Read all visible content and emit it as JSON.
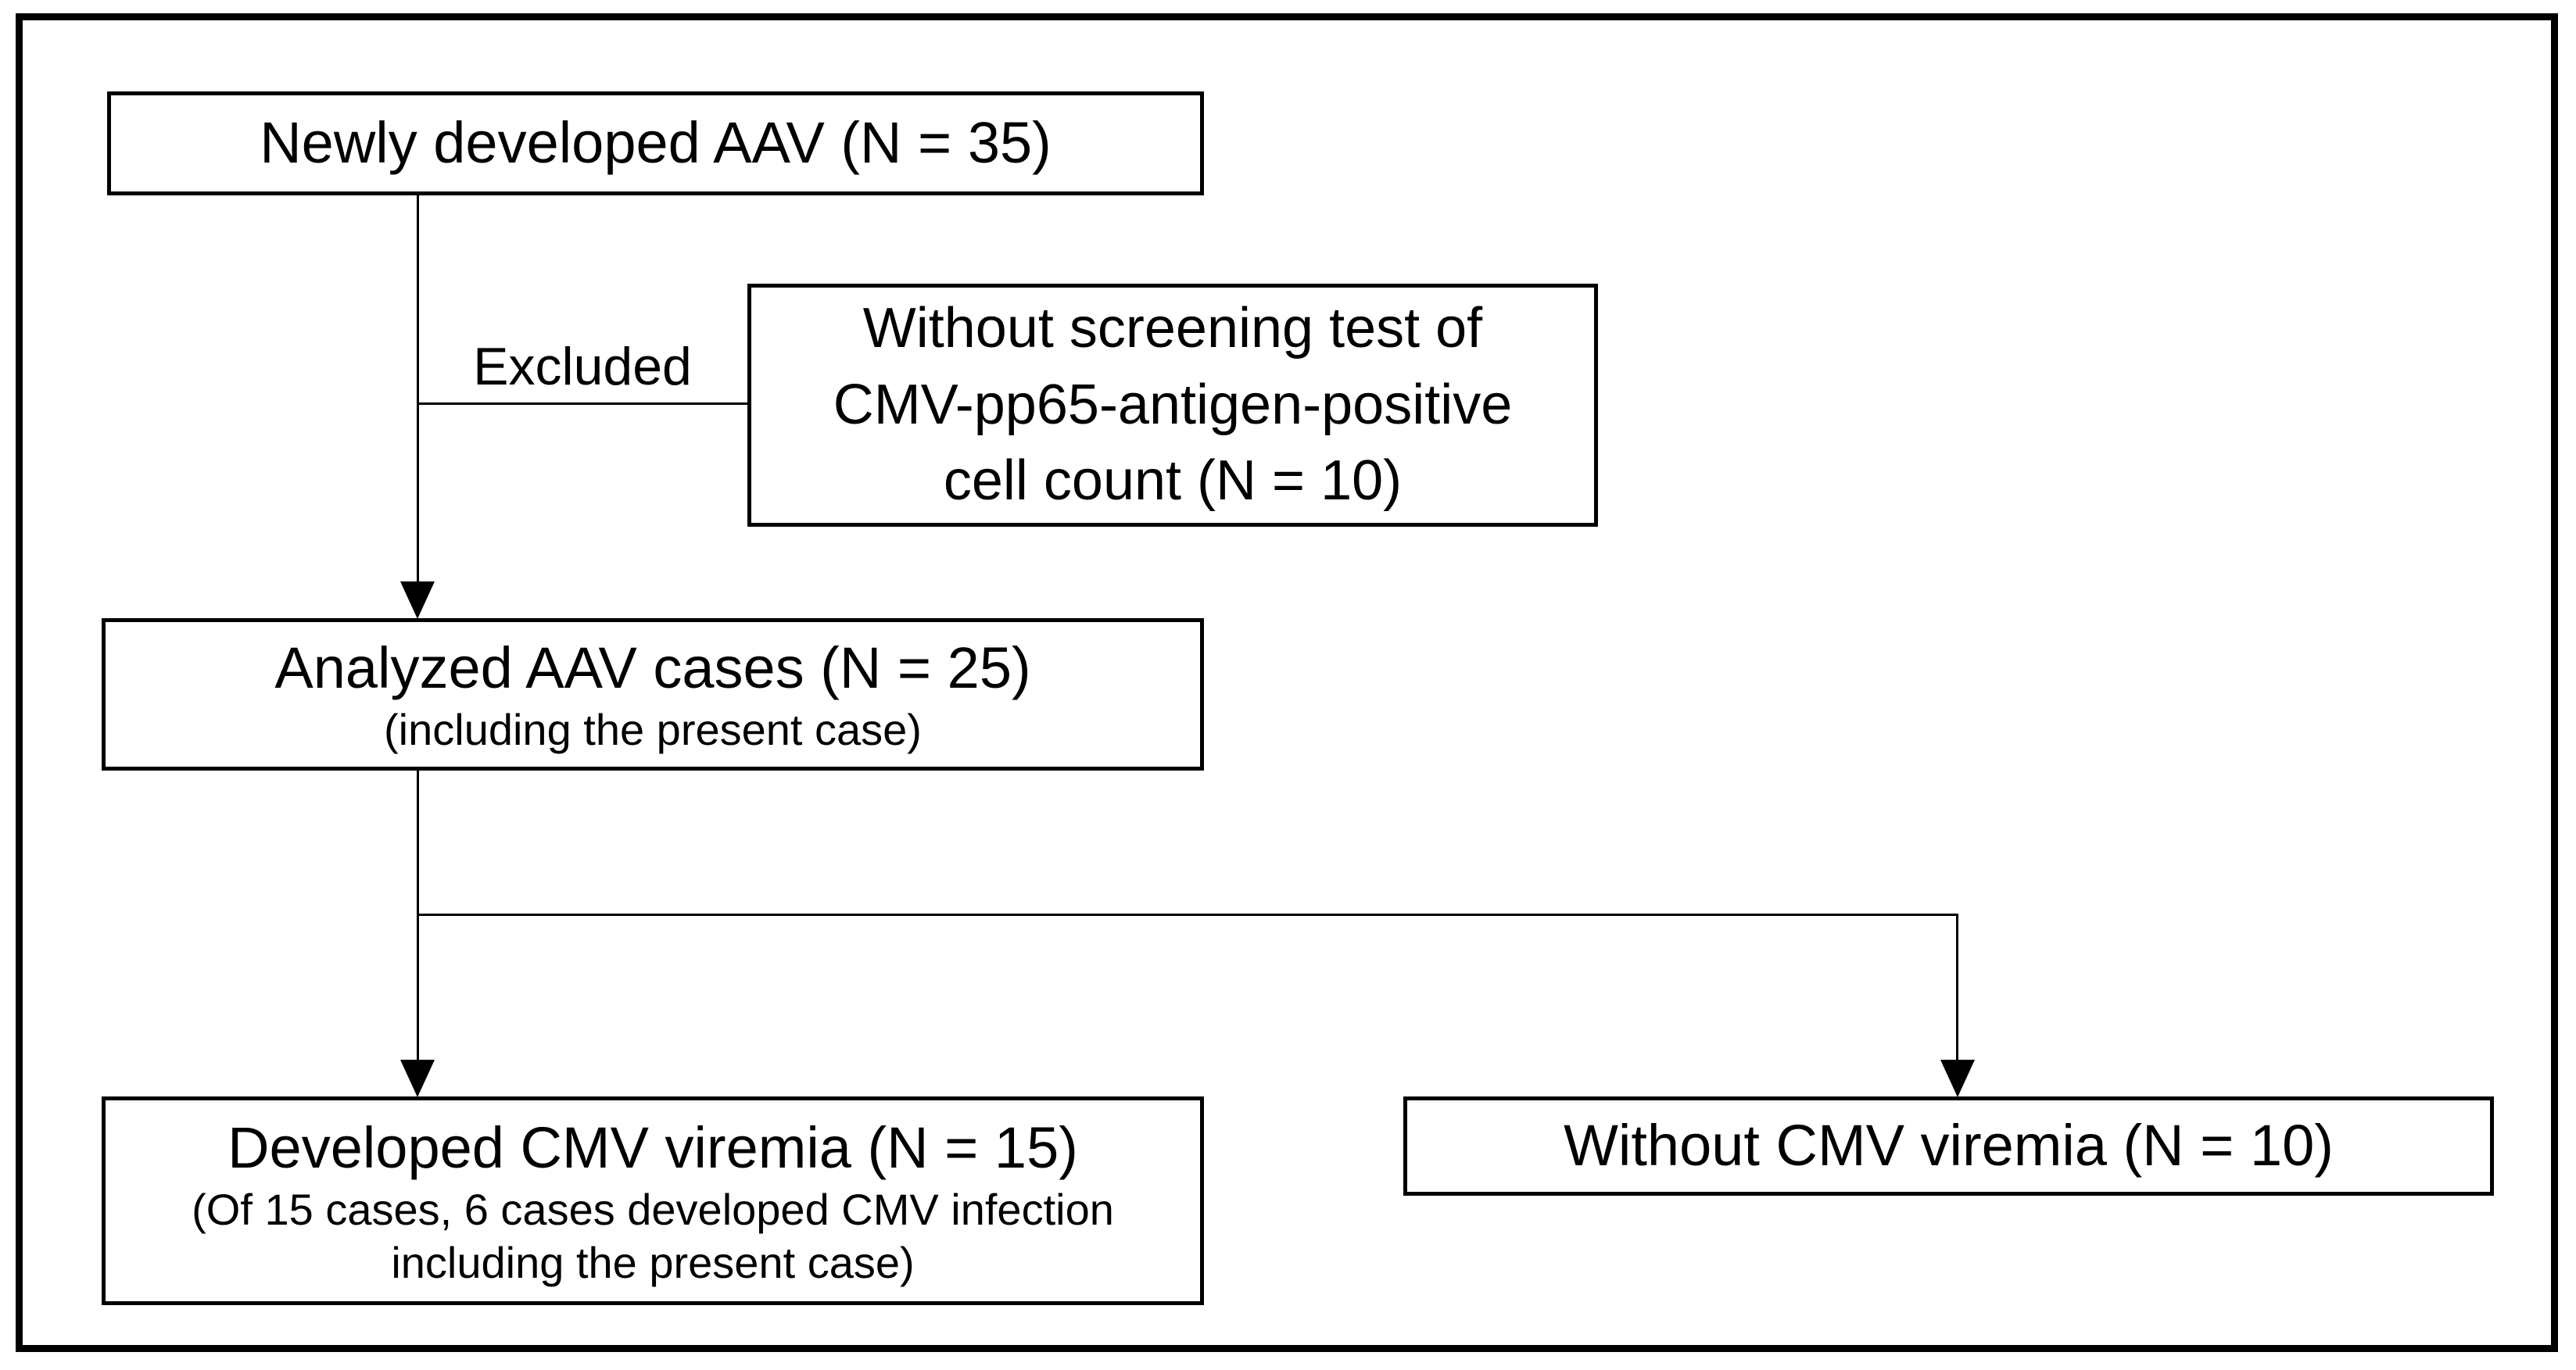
{
  "diagram": {
    "type": "study-flowchart",
    "colors": {
      "ink": "#000000",
      "background": "#ffffff"
    },
    "boxes": {
      "newly_developed": {
        "text": "Newly developed AAV (N = 35)"
      },
      "excluded_criteria": {
        "line1": "Without screening test of",
        "line2": "CMV-pp65-antigen-positive",
        "line3": "cell count (N = 10)"
      },
      "analyzed": {
        "title": "Analyzed AAV cases (N = 25)",
        "note": "(including the present case)"
      },
      "developed_viremia": {
        "title": "Developed CMV viremia (N = 15)",
        "note_line1": "(Of 15 cases, 6 cases developed CMV infection",
        "note_line2": "including the present case)"
      },
      "without_viremia": {
        "text": "Without CMV viremia (N = 10)"
      }
    },
    "edge_labels": {
      "excluded": "Excluded"
    },
    "counts": {
      "newly_developed_aav": 35,
      "excluded_no_screening": 10,
      "analyzed_cases": 25,
      "developed_cmv_viremia": 15,
      "cmv_infection_among_viremia": 6,
      "without_cmv_viremia": 10
    }
  }
}
